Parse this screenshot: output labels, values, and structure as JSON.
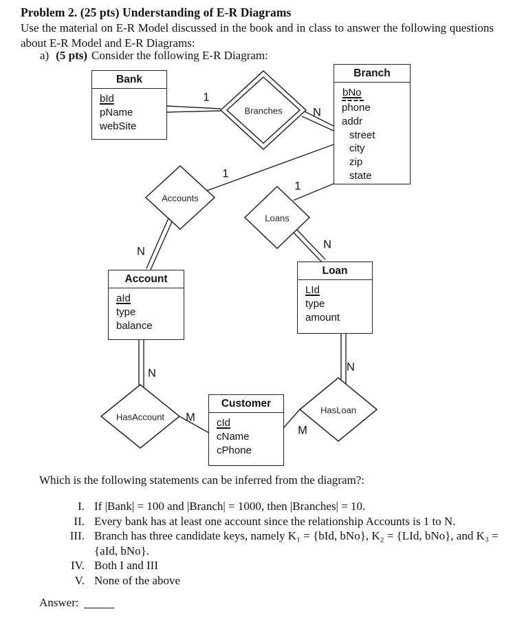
{
  "header": {
    "title": "Problem 2. (25 pts) Understanding of E-R Diagrams",
    "intro": "Use the material on E-R Model discussed in the book and in class to answer the following questions about E-R Model and E-R Diagrams:",
    "item_a_prefix": "a)",
    "item_a_points": "(5 pts)",
    "item_a_text": "Consider the following E-R Diagram:"
  },
  "diagram": {
    "entities": [
      {
        "name": "Bank",
        "attributes": [
          {
            "text": "bId"
          },
          {
            "text": "pName"
          },
          {
            "text": "webSite"
          }
        ]
      },
      {
        "name": "Branch",
        "attributes": [
          {
            "text": "bNo"
          },
          {
            "text": "phone"
          },
          {
            "text": "addr"
          },
          {
            "text": "street"
          },
          {
            "text": "city"
          },
          {
            "text": "zip"
          },
          {
            "text": "state"
          }
        ]
      },
      {
        "name": "Account",
        "attributes": [
          {
            "text": "aId"
          },
          {
            "text": "type"
          },
          {
            "text": "balance"
          }
        ]
      },
      {
        "name": "Loan",
        "attributes": [
          {
            "text": "LId"
          },
          {
            "text": "type"
          },
          {
            "text": "amount"
          }
        ]
      },
      {
        "name": "Customer",
        "attributes": [
          {
            "text": "cId"
          },
          {
            "text": "cName"
          },
          {
            "text": "cPhone"
          }
        ]
      }
    ],
    "relationships": [
      {
        "name": "Branches",
        "double_border": true
      },
      {
        "name": "Accounts",
        "double_border": false
      },
      {
        "name": "Loans",
        "double_border": false
      },
      {
        "name": "HasAccount",
        "double_border": false
      },
      {
        "name": "HasLoan",
        "double_border": false
      }
    ],
    "cardinalities": [
      {
        "edge": "bank-branches",
        "label": "1"
      },
      {
        "edge": "branches-branch",
        "label": "N"
      },
      {
        "edge": "accounts-branch",
        "label": "1"
      },
      {
        "edge": "loans-branch",
        "label": "1"
      },
      {
        "edge": "accounts-account",
        "label": "N"
      },
      {
        "edge": "loans-loan",
        "label": "N"
      },
      {
        "edge": "account-hasaccount",
        "label": "N"
      },
      {
        "edge": "loan-hasloan",
        "label": "N"
      },
      {
        "edge": "hasaccount-customer",
        "label": "M"
      },
      {
        "edge": "hasloan-customer",
        "label": "M"
      }
    ]
  },
  "question": {
    "prompt": "Which is the following statements can be inferred from the diagram?:",
    "options": [
      {
        "numeral": "I.",
        "text": "If |Bank| = 100 and |Branch| = 1000, then |Branches| = 10."
      },
      {
        "numeral": "II.",
        "text": "Every bank has at least one account since the relationship Accounts is 1 to N."
      },
      {
        "numeral": "III.",
        "text": "Branch has three candidate keys, namely K₁ = {bId, bNo}, K₂ = {LId, bNo}, and K₃ = {aId, bNo}."
      },
      {
        "numeral": "IV.",
        "text": "Both I and III"
      },
      {
        "numeral": "V.",
        "text": "None of the above"
      }
    ],
    "answer_label": "Answer:"
  }
}
